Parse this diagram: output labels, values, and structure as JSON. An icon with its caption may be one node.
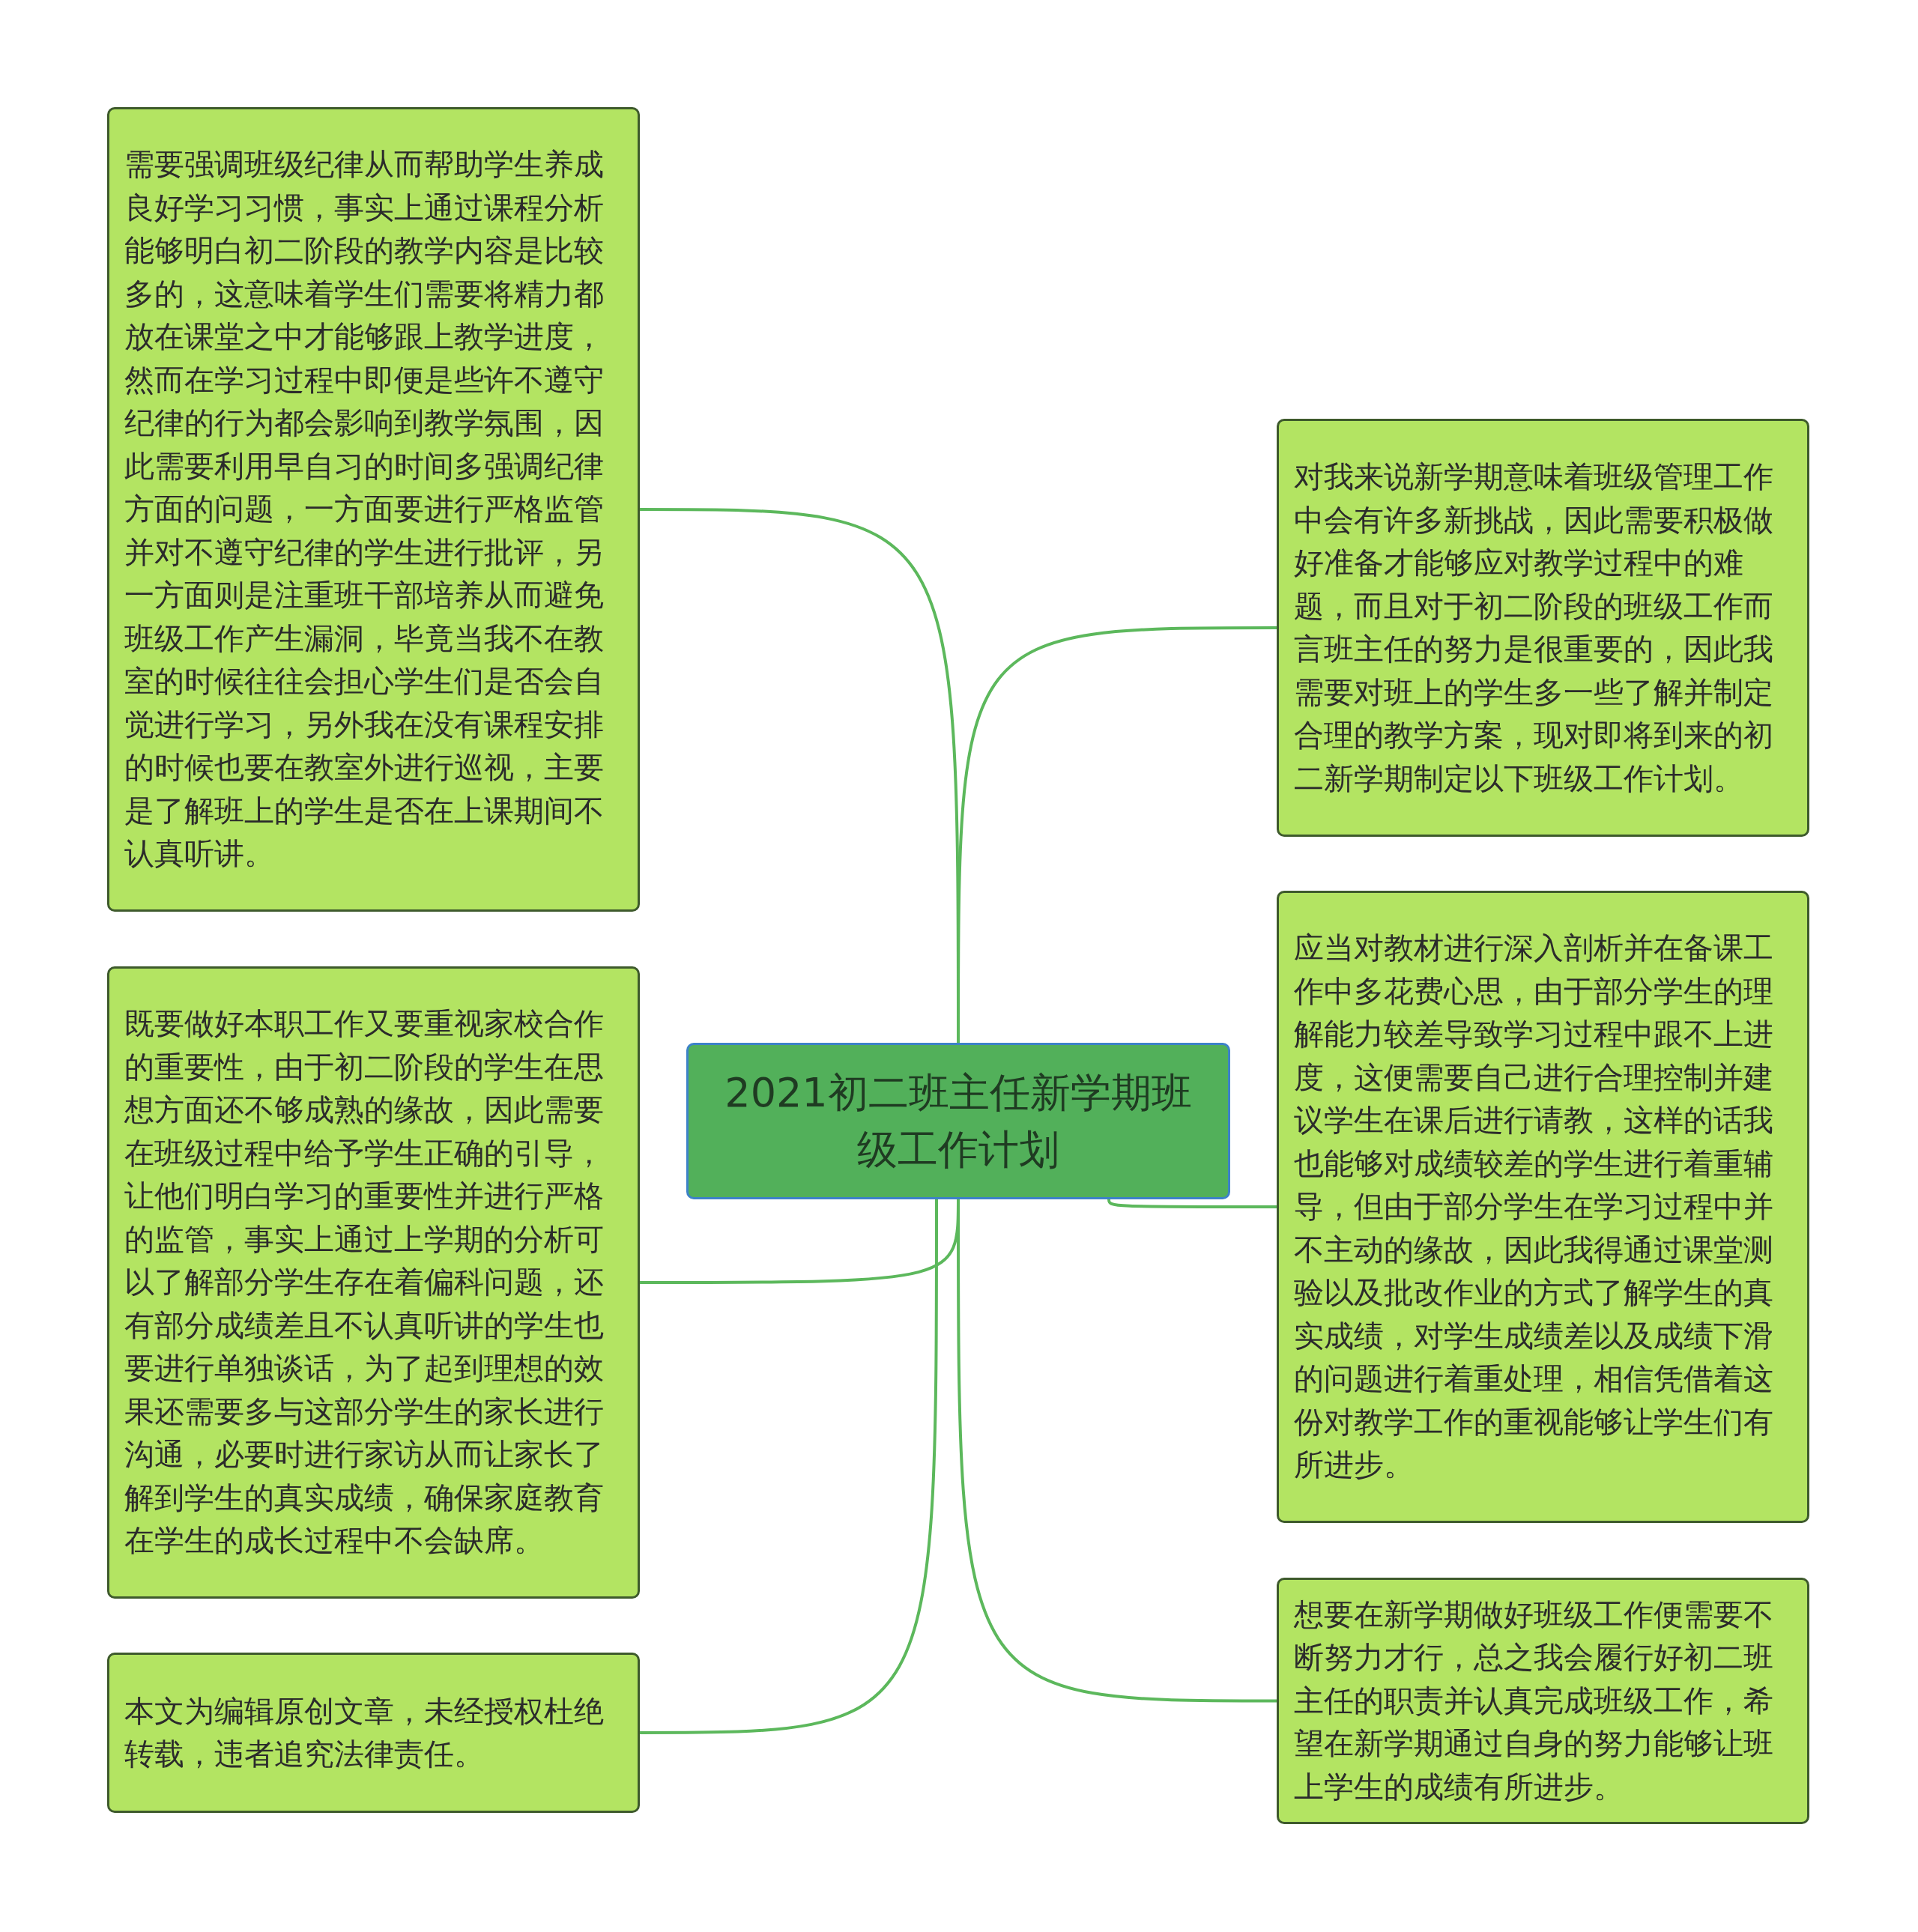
{
  "diagram": {
    "nodes": [
      {
        "text": [
          "2021初二班主任新学期班级工作计划"
        ]
      },
      {
        "text": [
          "需要强调班级纪律从而帮助学生养成良好学习习惯，事实上通过课程分析能够明白初二阶段的教学内容是比较多的，这意味着学生们需要将精力都放在课堂之中才能够跟上教学进度，然而在学习过程中即便是些许不遵守纪律的行为都会影响到教学氛围，因此需要利用早自习的时间多强调纪律方面的问题，一方面要进行严格监管并对不遵守纪律的学生进行批评，另一方面则是注重班干部培养从而避免班级工作产生漏洞，毕竟当我不在教室的时候往往会担心学生们是否会自觉进行学习，另外我在没有课程安排的时候也要在教室外进行巡视，主要是了解班上的学生是否在上课期间不认真听讲。"
        ]
      },
      {
        "text": [
          "既要做好本职工作又要重视家校合作的重要性，由于初二阶段的学生在思想方面还不够成熟的缘故，因此需要在班级过程中给予学生正确的引导，让他们明白学习的重要性并进行严格的监管，事实上通过上学期的分析可以了解部分学生存在着偏科问题，还有部分成绩差且不认真听讲的学生也要进行单独谈话，为了起到理想的效果还需要多与这部分学生的家长进行沟通，必要时进行家访从而让家长了解到学生的真实成绩，确保家庭教育在学生的成长过程中不会缺席。"
        ]
      },
      {
        "text": [
          "本文为编辑原创文章，未经授权杜绝转载，违者追究法律责任。"
        ]
      },
      {
        "text": [
          "对我来说新学期意味着班级管理工作中会有许多新挑战，因此需要积极做好准备才能够应对教学过程中的难题，而且对于初二阶段的班级工作而言班主任的努力是很重要的，因此我需要对班上的学生多一些了解并制定合理的教学方案，现对即将到来的初二新学期制定以下班级工作计划。"
        ]
      },
      {
        "text": [
          "应当对教材进行深入剖析并在备课工作中多花费心思，由于部分学生的理解能力较差导致学习过程中跟不上进度，这便需要自己进行合理控制并建议学生在课后进行请教，这样的话我也能够对成绩较差的学生进行着重辅导，但由于部分学生在学习过程中并不主动的缘故，因此我得通过课堂测验以及批改作业的方式了解学生的真实成绩，对学生成绩差以及成绩下滑的问题进行着重处理，相信凭借着这份对教学工作的重视能够让学生们有所进步。"
        ]
      },
      {
        "text": [
          "想要在新学期做好班级工作便需要不断努力才行，总之我会履行好初二班主任的职责并认真完成班级工作，希望在新学期通过自身的努力能够让班上学生的成绩有所进步。"
        ]
      }
    ],
    "edges": [
      {
        "from": 0,
        "to": 1,
        "arrow": "none"
      },
      {
        "from": 0,
        "to": 2,
        "arrow": "none"
      },
      {
        "from": 0,
        "to": 3,
        "arrow": "none"
      },
      {
        "from": 0,
        "to": 4,
        "arrow": "none"
      },
      {
        "from": 0,
        "to": 5,
        "arrow": "none"
      },
      {
        "from": 0,
        "to": 6,
        "arrow": "none"
      }
    ]
  }
}
